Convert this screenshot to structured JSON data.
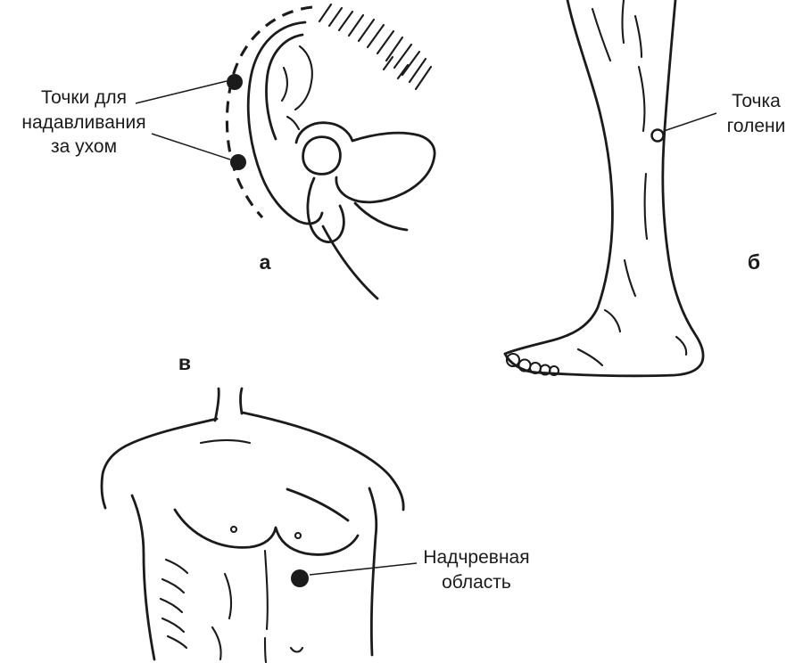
{
  "colors": {
    "paper": "#ffffff",
    "ink": "#1b1b1b"
  },
  "figure": {
    "panels": {
      "a": {
        "letter": "а",
        "label": "Точки для\nнадавливания\nза ухом"
      },
      "b": {
        "letter": "б",
        "label": "Точка\nголени"
      },
      "c": {
        "letter": "в",
        "label": "Надчревная\nобласть"
      }
    }
  }
}
